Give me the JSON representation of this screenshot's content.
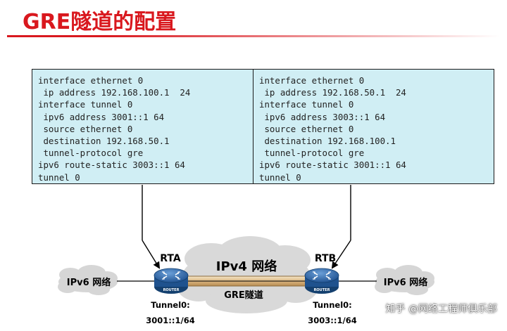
{
  "title": "GRE隧道的配置",
  "rta_config": [
    "interface ethernet 0",
    " ip address 192.168.100.1  24",
    "interface tunnel 0",
    " ipv6 address 3001::1 64",
    " source ethernet 0",
    " destination 192.168.50.1",
    " tunnel-protocol gre",
    "ipv6 route-static 3003::1 64",
    "tunnel 0"
  ],
  "rtb_config": [
    "interface ethernet 0",
    " ip address 192.168.50.1  24",
    "interface tunnel 0",
    " ipv6 address 3003::1 64",
    " source ethernet 0",
    " destination 192.168.100.1",
    " tunnel-protocol gre",
    "ipv6 route-static 3001::1 64",
    "tunnel 0"
  ],
  "network": {
    "left_cloud": "IPv6 网络",
    "center_cloud": "IPv4 网络",
    "right_cloud": "IPv6 网络",
    "tunnel_label": "GRE隧道",
    "router_a": "RTA",
    "router_b": "RTB",
    "router_icon_text": "ROUTER",
    "tunnel_a_label": "Tunnel0:",
    "tunnel_a_addr": "3001::1/64",
    "tunnel_b_label": "Tunnel0:",
    "tunnel_b_addr": "3003::1/64"
  },
  "watermark": "知乎 @网络工程师俱乐部",
  "colors": {
    "title": "#d9181e",
    "config_bg": "#d0eef4",
    "cloud": "#d6d6d6",
    "router": "#2a64a8",
    "tunnel": "#e6c79a"
  }
}
